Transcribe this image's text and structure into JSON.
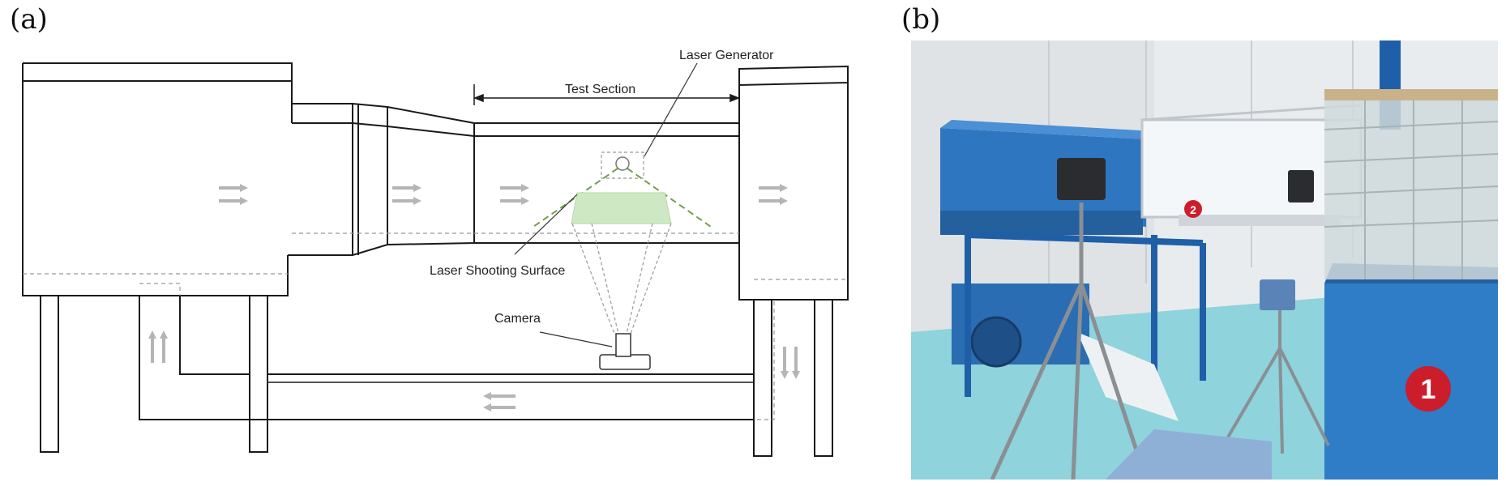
{
  "panels": {
    "a": {
      "label": "(a)"
    },
    "b": {
      "label": "(b)"
    }
  },
  "diagram": {
    "test_section": "Test Section",
    "laser_generator": "Laser Generator",
    "laser_surface": "Laser Shooting Surface",
    "camera": "Camera"
  },
  "photo": {
    "badge_1": "1",
    "badge_2": "2"
  },
  "colors": {
    "laser_sheet": "#cfe8c4",
    "laser_beam": "#6ea04a",
    "tunnel_blue": "#2f76c0",
    "floor": "#8fd3dc"
  }
}
